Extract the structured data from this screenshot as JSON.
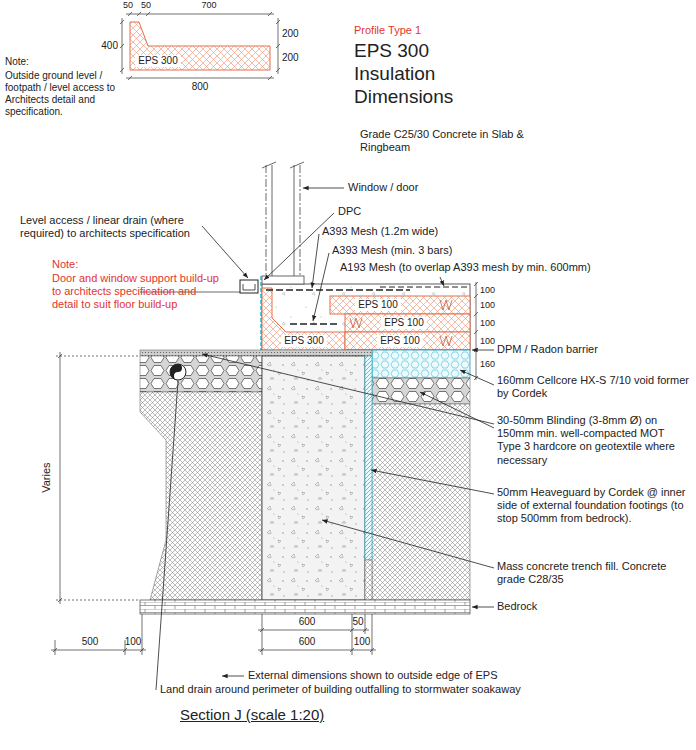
{
  "diagram": {
    "caption": "Section J (scale 1:20)",
    "nodes": [
      {
        "text": [
          "EPS 300"
        ]
      },
      {
        "text": [
          "EPS 100"
        ]
      },
      {
        "text": [
          "EPS 100"
        ]
      },
      {
        "text": [
          "EPS 300"
        ]
      },
      {
        "text": [
          "EPS 100"
        ]
      }
    ],
    "labels": [
      "50",
      "50",
      "700",
      "400",
      "200",
      "200",
      "800",
      "Note:",
      "Outside ground level / footpath / level access to Architects detail and specification.",
      "Profile Type 1",
      "EPS 300 Insulation Dimensions",
      "Grade C25/30 Concrete in Slab & Ringbeam",
      "Window / door",
      "DPC",
      "Level access / linear drain (where required) to architects specification",
      "A393 Mesh (1.2m wide)",
      "A393 Mesh (min. 3 bars)",
      "A193 Mesh (to overlap A393 mesh by min. 600mm)",
      "Note:",
      "Door and window support build-up to architects specification and detail to suit floor build-up",
      "100",
      "100",
      "100",
      "100",
      "160",
      "DPM / Radon barrier",
      "160mm Cellcore HX-S 7/10 void former by Cordek",
      "30-50mm Blinding (3-8mm Ø) on 150mm min. well-compacted MOT Type 3 hardcore on geotextile where necessary",
      "50mm Heaveguard by Cordek @ inner side of external foundation footings (to stop 500mm from bedrock).",
      "Mass concrete trench fill. Concrete grade C28/35",
      "Bedrock",
      "Varies",
      "600",
      "50",
      "500",
      "100",
      "600",
      "100",
      "External dimensions shown to outside edge of EPS",
      "Land drain around perimeter of building outfalling to stormwater soakaway"
    ]
  }
}
